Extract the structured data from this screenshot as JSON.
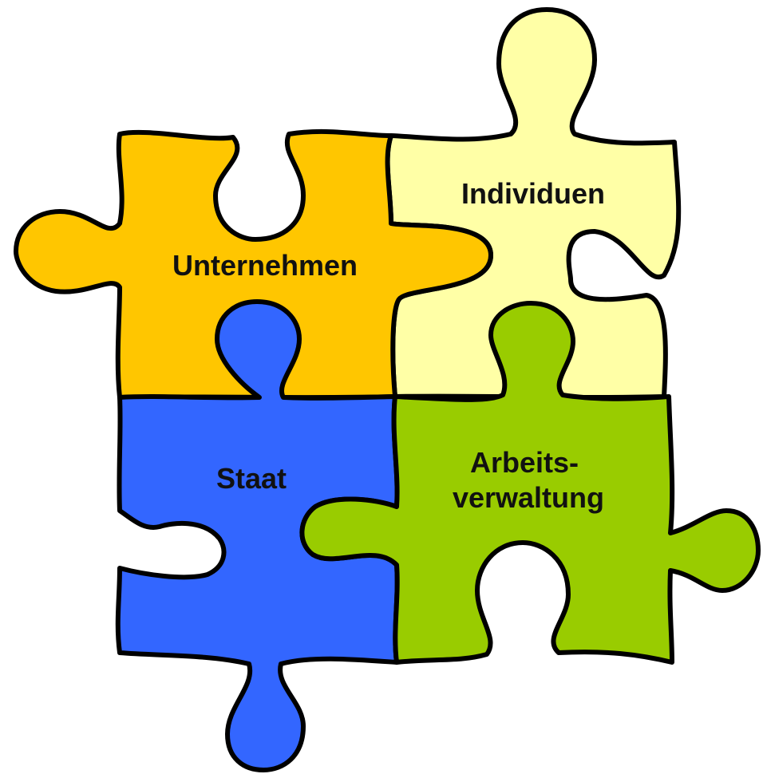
{
  "pieces": [
    {
      "id": "unternehmen",
      "lines": [
        "Unternehmen"
      ],
      "color": "#FFC600"
    },
    {
      "id": "individuen",
      "lines": [
        "Individuen"
      ],
      "color": "#FFFFA6"
    },
    {
      "id": "staat",
      "lines": [
        "Staat"
      ],
      "color": "#3366FF"
    },
    {
      "id": "arbeitsverwaltung",
      "lines": [
        "Arbeits-",
        "verwaltung"
      ],
      "color": "#99CC00"
    }
  ]
}
